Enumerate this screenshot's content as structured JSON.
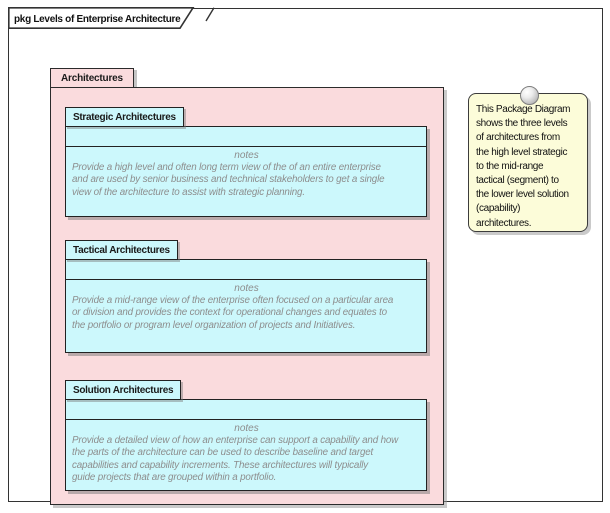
{
  "colors": {
    "package_fill": "#fadbdd",
    "sub_package_fill": "#ccf8fc",
    "note_fill": "#fcfcd9",
    "border": "#2b2b2b",
    "notes_text_gray": "#8d8d8d",
    "shadow_gray": "#9a9a9a"
  },
  "frame": {
    "title": "pkg Levels of Enterprise Architecture"
  },
  "package": {
    "name": "Architectures",
    "children": [
      {
        "name": "Strategic Architectures",
        "notes_label": "notes",
        "notes": "Provide a high level and often long term view of the of an entire enterprise\nand are used by senior business and technical stakeholders to get a single\nview of the architecture to assist with strategic planning."
      },
      {
        "name": "Tactical Architectures",
        "notes_label": "notes",
        "notes": "Provide a mid-range view of the enterprise often focused on a particular area\nor division and provides the context for operational changes and equates to\nthe portfolio or program level organization of projects and Initiatives."
      },
      {
        "name": "Solution Architectures",
        "notes_label": "notes",
        "notes": "Provide a detailed view of how an enterprise can support a capability and how\nthe parts of the architecture can be used to describe baseline and target\ncapabilities and capability increments. These architectures will typically\nguide projects that are grouped within a portfolio."
      }
    ]
  },
  "note": {
    "text": "This Package Diagram\nshows the three levels\nof architectures from\nthe high level strategic\nto the mid-range\ntactical (segment) to\nthe lower level solution\n(capability)\narchitectures."
  }
}
